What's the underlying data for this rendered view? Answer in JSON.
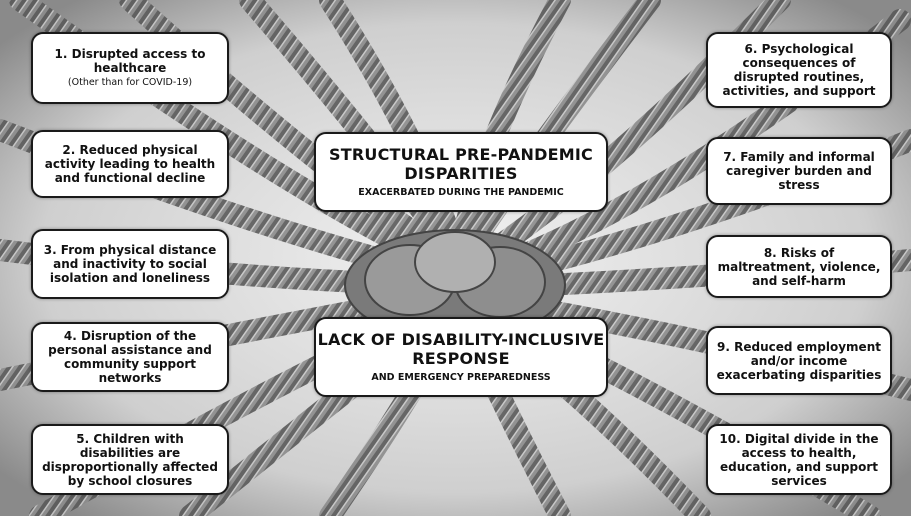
{
  "left_boxes": [
    {
      "label": "1. Disrupted access to healthcare",
      "note": "(Other than for COVID-19)"
    },
    {
      "label": "2. Reduced physical activity leading to health and functional decline"
    },
    {
      "label": "3. From physical distance and inactivity to social isolation and loneliness"
    },
    {
      "label": "4. Disruption of the personal assistance and community support networks"
    },
    {
      "label": "5. Children with disabilities are disproportionally affected by school closures"
    }
  ],
  "right_boxes": [
    {
      "label": "6. Psychological consequences of disrupted routines, activities, and support"
    },
    {
      "label": "7. Family and informal caregiver burden and stress"
    },
    {
      "label": "8. Risks of maltreatment, violence, and self-harm"
    },
    {
      "label": "9. Reduced employment and/or income exacerbating disparities"
    },
    {
      "label": "10. Digital divide in the access to health, education, and support services"
    }
  ],
  "center_top": {
    "title": "STRUCTURAL PRE-PANDEMIC DISPARITIES",
    "subtitle": "EXACERBATED DURING THE PANDEMIC"
  },
  "center_bottom": {
    "title": "LACK OF DISABILITY-INCLUSIVE RESPONSE",
    "subtitle": "AND EMERGENCY PREPAREDNESS"
  }
}
